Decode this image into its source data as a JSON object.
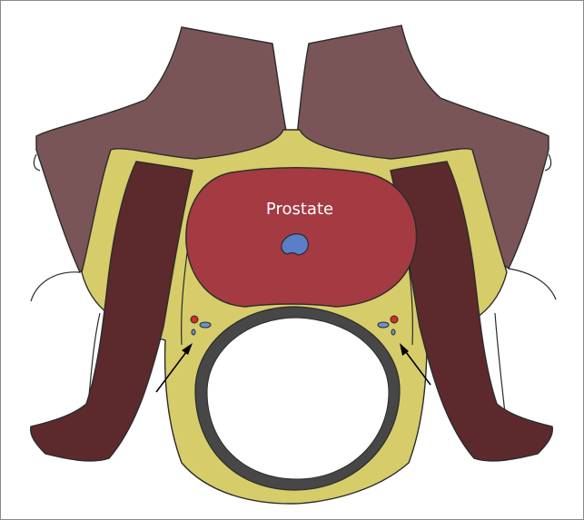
{
  "labels": {
    "prostate": "Prostate"
  },
  "colors": {
    "muscle_upper": "#7a5558",
    "muscle_lower": "#5c2a2c",
    "fat": "#d6cc6a",
    "prostate": "#a43a42",
    "urethra": "#5a7fc8",
    "rectal_wall": "#474747",
    "vessel_red": "#d42b2b",
    "vessel_blue": "#6d8fd4",
    "outline": "#2b2b2b"
  },
  "structures": {
    "upper_muscles": "levator-ani-muscles",
    "lower_muscles": "obturator-muscles",
    "fat": "perirectal-fat",
    "organ": "prostate-gland",
    "urethra": "urethra",
    "rectum": "rectum",
    "neurovascular_bundles": "neurovascular-bundles",
    "arrows": "bundle-pointer-arrows"
  }
}
